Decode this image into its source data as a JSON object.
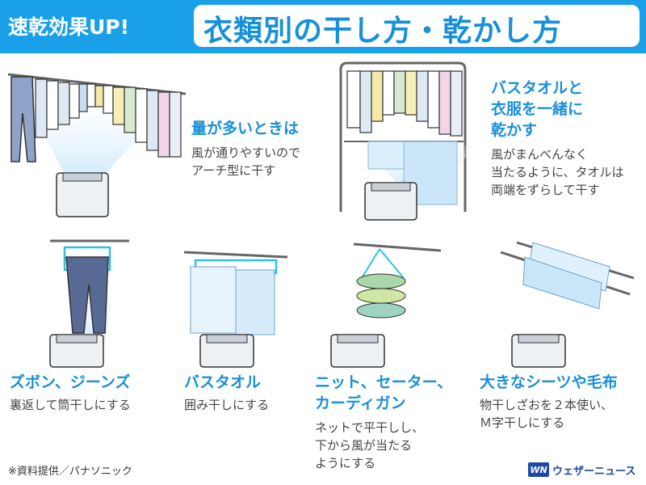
{
  "header": {
    "left_title": "速乾効果UP!",
    "main_title": "衣類別の干し方・乾かし方"
  },
  "sections": {
    "many": {
      "title": "量が多いときは",
      "desc_1": "風が通りやすいので",
      "desc_2": "アーチ型に干す"
    },
    "towel_mix": {
      "title_1": "バスタオルと",
      "title_2": "衣服を一緒に",
      "title_3": "乾かす",
      "desc_1": "風がまんべんなく",
      "desc_2": "当たるように、タオルは",
      "desc_3": "両端をずらして干す"
    },
    "jeans": {
      "title": "ズボン、ジーンズ",
      "desc_1": "裏返して筒干しにする"
    },
    "bathtowel": {
      "title": "バスタオル",
      "desc_1": "囲み干しにする"
    },
    "knit": {
      "title_1": "ニット、セーター、",
      "title_2": "カーディガン",
      "desc_1": "ネットで平干しし、",
      "desc_2": "下から風が当たる",
      "desc_3": "ようにする"
    },
    "sheets": {
      "title": "大きなシーツや毛布",
      "desc_1": "物干しざおを２本使い、",
      "desc_2": "Ｍ字干しにする"
    }
  },
  "footer": {
    "source": "※資料提供／パナソニック",
    "logo_mark": "WN",
    "logo_text": "ウェザーニュース"
  },
  "colors": {
    "header_bg": "#1aa0e8",
    "title_blue": "#1690da",
    "label_blue": "#1a8fd8",
    "logo_blue": "#1b4aa8"
  }
}
